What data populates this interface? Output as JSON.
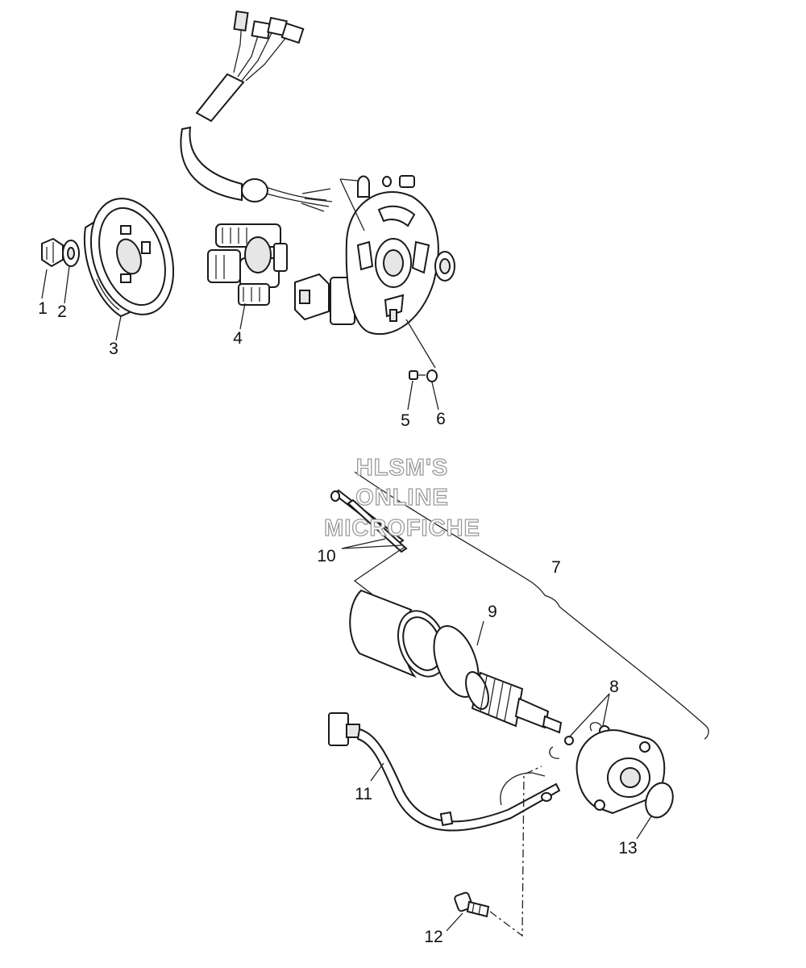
{
  "watermark": {
    "line1": "HLSM'S",
    "line2": "ONLINE",
    "line3": "MICROFICHE"
  },
  "callouts": {
    "c1": "1",
    "c2": "2",
    "c3": "3",
    "c4": "4",
    "c5": "5",
    "c6": "6",
    "c7": "7",
    "c8": "8",
    "c9": "9",
    "c10": "10",
    "c11": "11",
    "c12": "12",
    "c13": "13"
  }
}
